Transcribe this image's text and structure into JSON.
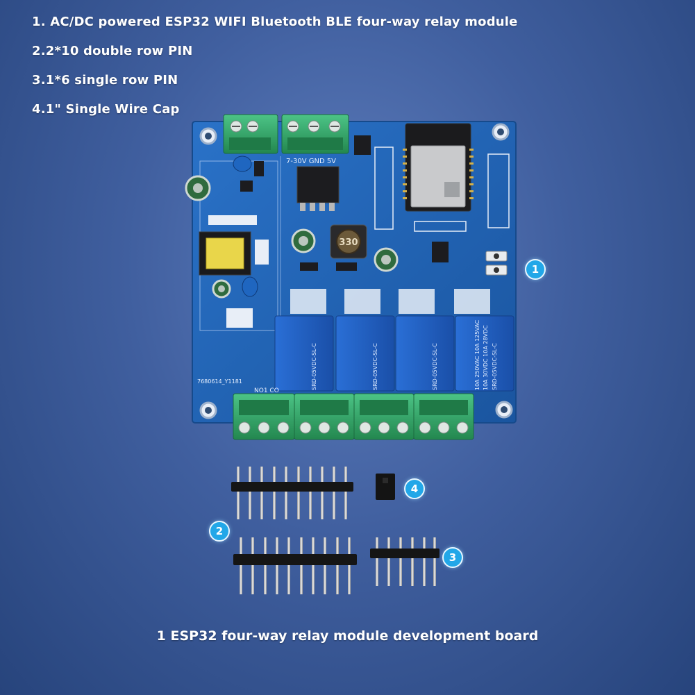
{
  "specs": [
    "1. AC/DC powered ESP32 WIFI Bluetooth BLE four-way relay module",
    "2.2*10 double row PIN",
    "3.1*6 single row PIN",
    "4.1\" Single Wire Cap"
  ],
  "caption": "1 ESP32 four-way relay module development board",
  "callouts": [
    "1",
    "2",
    "3",
    "4"
  ],
  "board_labels": {
    "power_input": "7-30V GND 5V",
    "relay_part": "SRD-05VDC-SL-C",
    "relay_rating_1": "10A 250VAC  10A 125VAC",
    "relay_rating_2": "10A 30VDC  10A 28VDC",
    "inductor": "330",
    "board_code": "7680614_Y1181",
    "terminal_label": "NO1 CO"
  },
  "colors": {
    "pcb": "#1e62b8",
    "terminal": "#2ea56a",
    "relay": "#1f5fc4",
    "accent": "#22a7e8"
  }
}
